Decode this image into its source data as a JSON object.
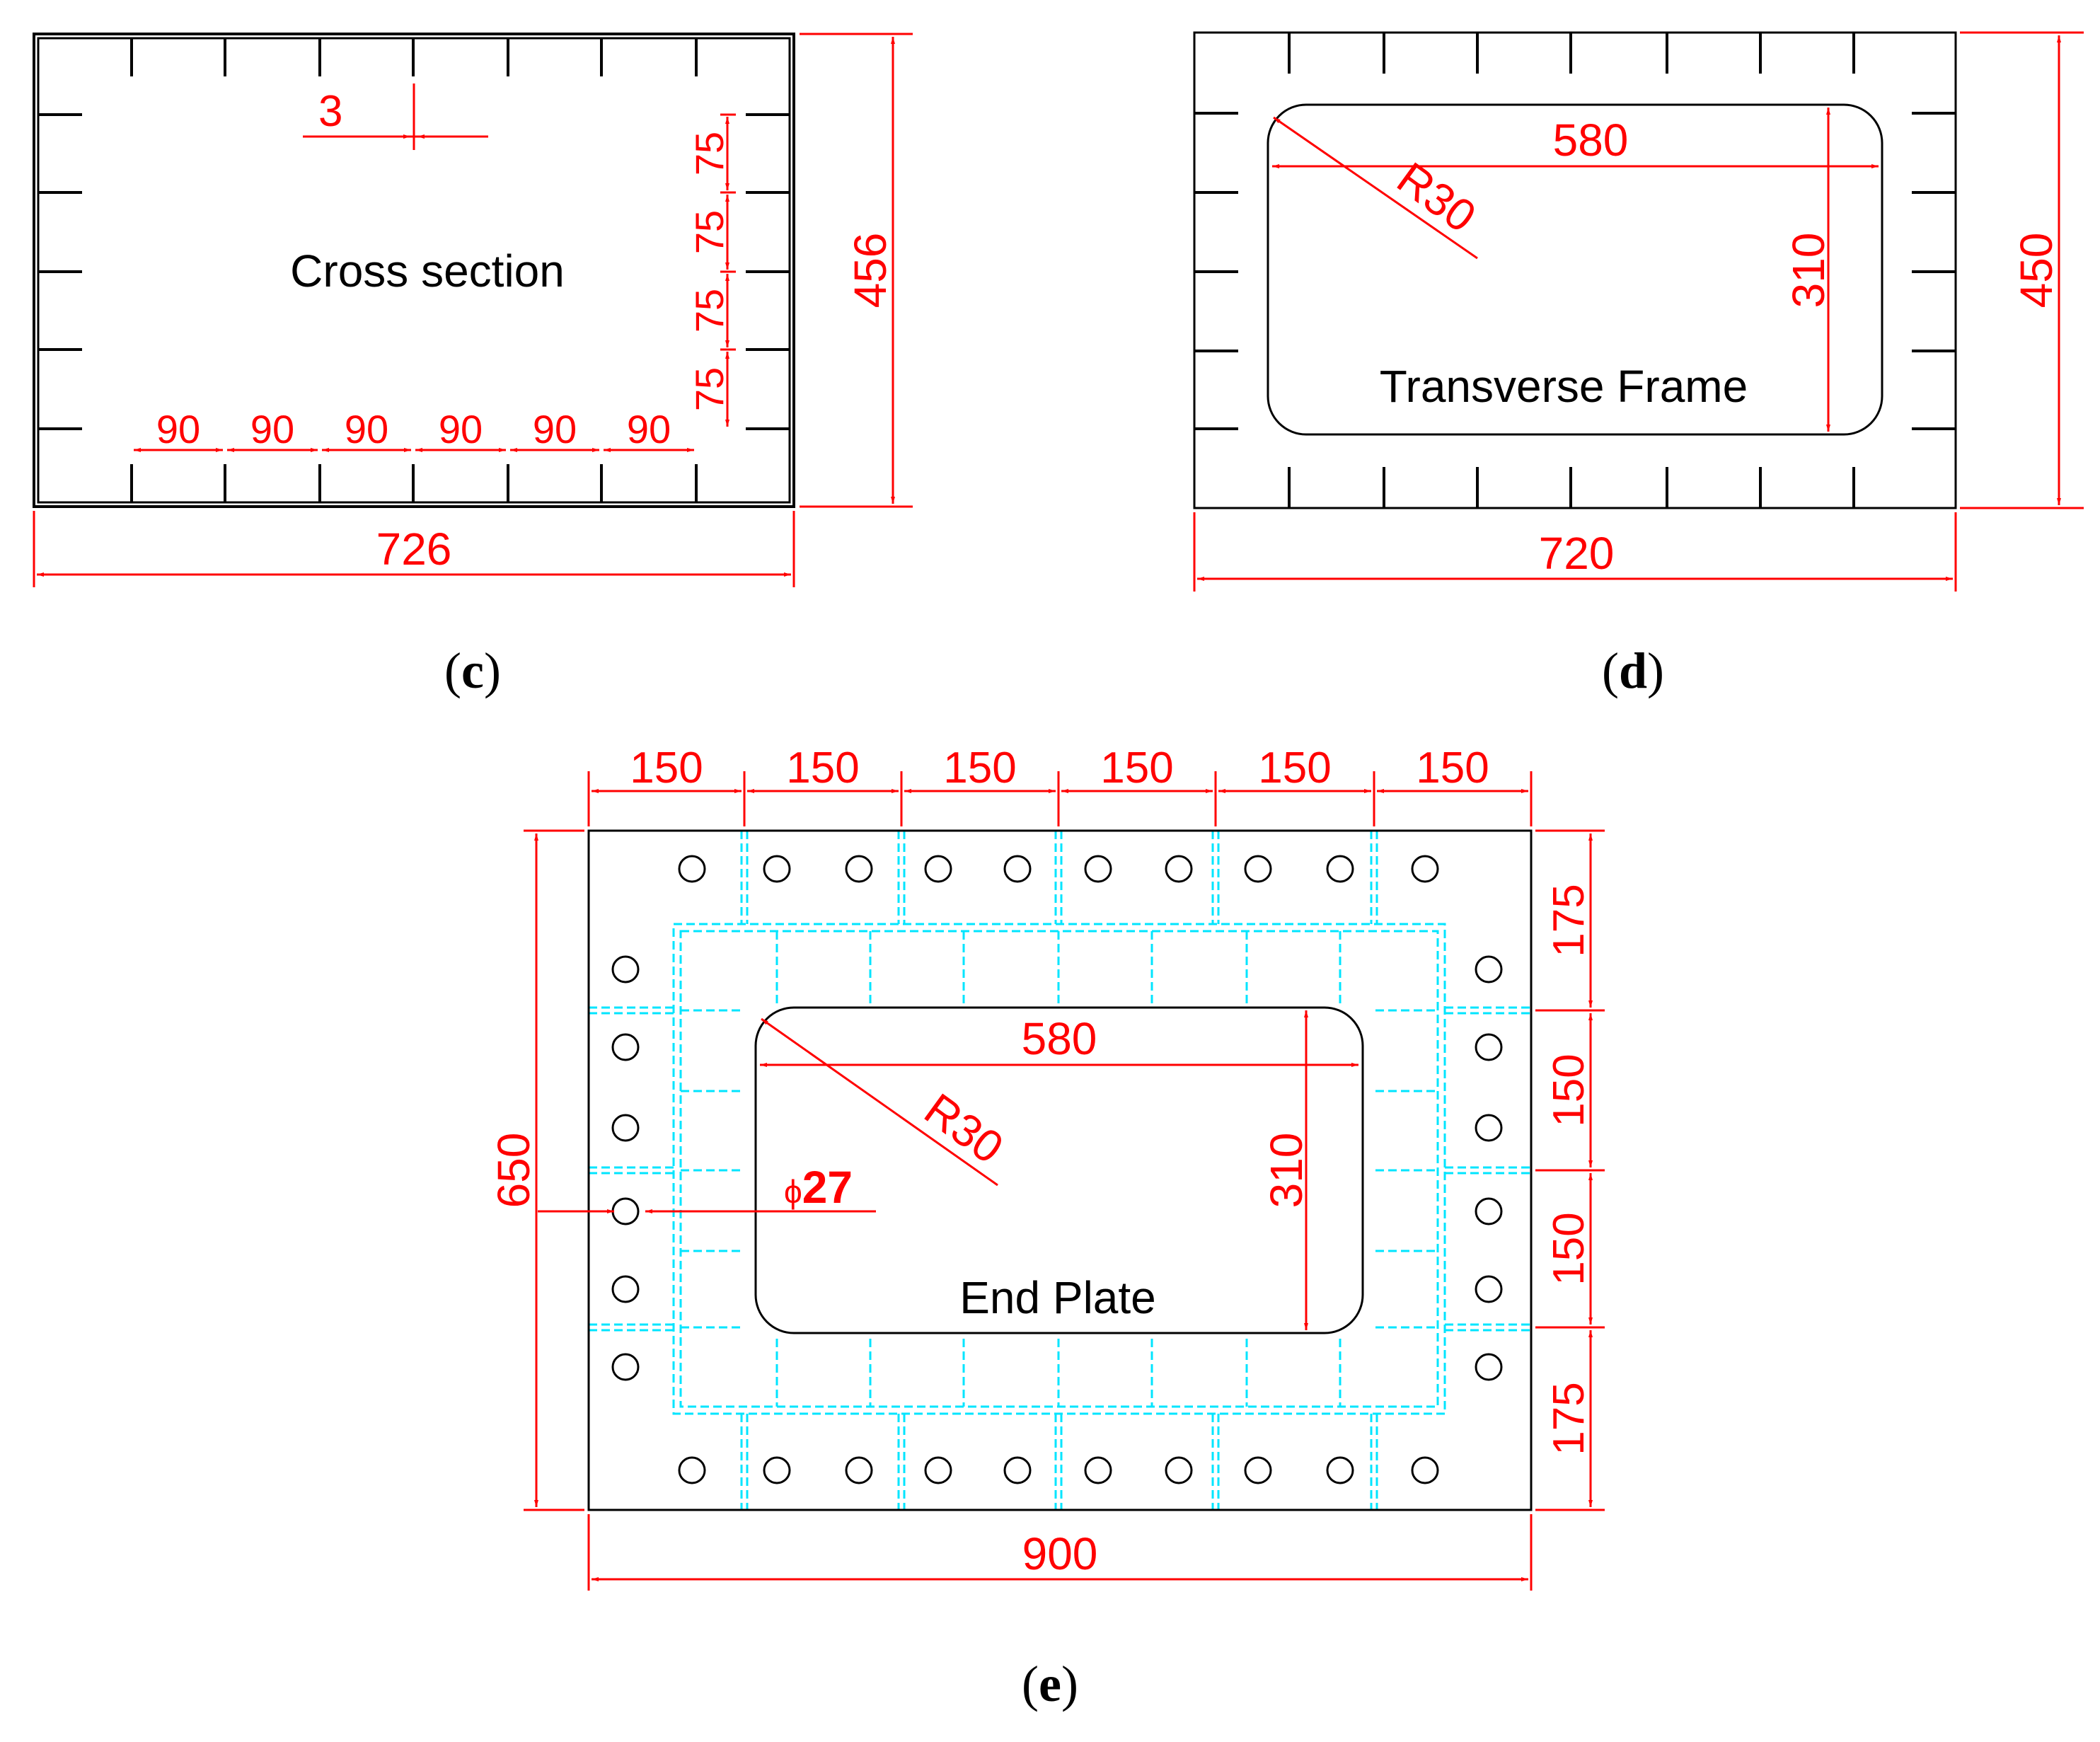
{
  "colors": {
    "outline": "#000000",
    "dimension": "#ff0000",
    "hidden_stiffener": "#00e5ff",
    "background": "#ffffff"
  },
  "panel_c": {
    "caption": "(c)",
    "caption_letter": "c",
    "title": "Cross section",
    "thickness": "3",
    "width": "726",
    "height": "456",
    "bottom_spacings": [
      "90",
      "90",
      "90",
      "90",
      "90",
      "90"
    ],
    "right_spacings": [
      "75",
      "75",
      "75",
      "75"
    ]
  },
  "panel_d": {
    "caption": "(d)",
    "caption_letter": "d",
    "title": "Transverse Frame",
    "opening_width": "580",
    "opening_height": "310",
    "corner_radius": "R30",
    "width": "720",
    "height": "450"
  },
  "panel_e": {
    "caption": "(e)",
    "caption_letter": "e",
    "title": "End Plate",
    "top_spacings": [
      "150",
      "150",
      "150",
      "150",
      "150",
      "150"
    ],
    "right_spacings": [
      "175",
      "150",
      "150",
      "175"
    ],
    "opening_width": "580",
    "opening_height": "310",
    "corner_radius": "R30",
    "hole_diameter_symbol": "ϕ",
    "hole_diameter": "27",
    "width": "900",
    "height": "650"
  }
}
